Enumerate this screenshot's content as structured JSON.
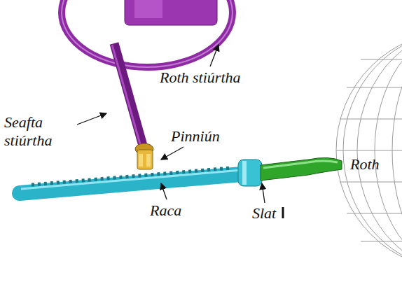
{
  "diagram": {
    "labels": [
      "Roth stiúrtha",
      "Seafta stiúrtha",
      "Pinniún",
      "Roth",
      "Raca",
      "Slat"
    ]
  }
}
